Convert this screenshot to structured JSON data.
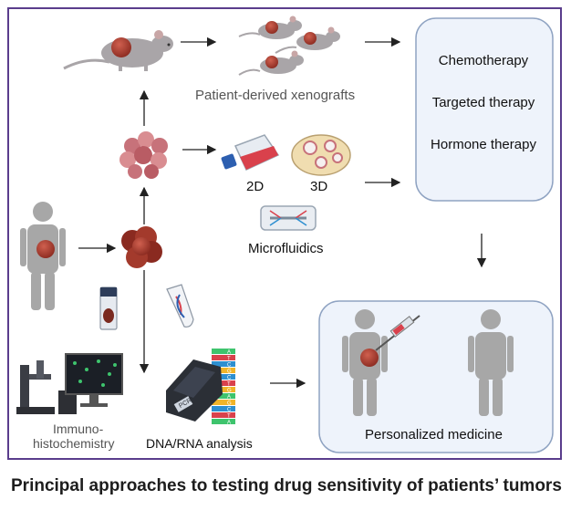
{
  "diagram": {
    "xenograft_label": "Patient-derived xenografts",
    "culture_2d_label": "2D",
    "culture_3d_label": "3D",
    "microfluidics_label": "Microfluidics",
    "immuno_label_line1": "Immuno-",
    "immuno_label_line2": "histochemistry",
    "dna_label": "DNA/RNA analysis",
    "pcr_label": "PCR",
    "personalized_label": "Personalized medicine",
    "therapies": [
      "Chemotherapy",
      "Targeted therapy",
      "Hormone therapy"
    ],
    "dna_bases": [
      "A",
      "T",
      "C",
      "G",
      "C",
      "T",
      "G",
      "A",
      "G",
      "C",
      "T",
      "A"
    ]
  },
  "caption": "Principal approaches to testing drug sensitivity of patients’ tumors",
  "colors": {
    "frame": "#5a3d8c",
    "panel_fill": "#eef3fb",
    "panel_stroke": "#8fa3c2",
    "tumor": "#a33a2c",
    "human": "#a7a7a7",
    "mouse": "#a9a5a8",
    "flask_media": "#d9414c"
  }
}
